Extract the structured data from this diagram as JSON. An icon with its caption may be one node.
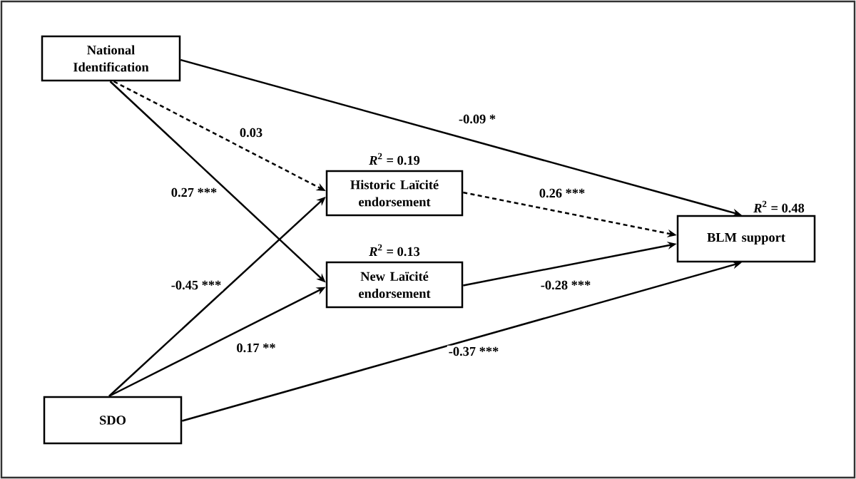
{
  "diagram": {
    "nodes": [
      {
        "text": [
          "National Identification"
        ]
      },
      {
        "text": [
          "Historic Laïcité endorsement"
        ],
        "beside": [
          "*R*$^{2}$ = 0.19"
        ]
      },
      {
        "text": [
          "New Laïcité endorsement"
        ],
        "beside": [
          "*R*$^{2}$ = 0.13"
        ]
      },
      {
        "text": [
          "BLM support"
        ],
        "beside": [
          "*R*$^{2}$ = 0.48"
        ]
      },
      {
        "text": [
          "SDO"
        ]
      }
    ],
    "edges": [
      {
        "from": 0,
        "to": 3,
        "arrow": "to",
        "label": "-0.09 *"
      },
      {
        "from": 0,
        "to": 1,
        "arrow": "to",
        "label": "0.03",
        "style": "dashed"
      },
      {
        "from": 0,
        "to": 2,
        "arrow": "to",
        "label": "0.27 ***"
      },
      {
        "from": 4,
        "to": 1,
        "arrow": "to",
        "label": "-0.45 ***"
      },
      {
        "from": 4,
        "to": 2,
        "arrow": "to",
        "label": "0.17 **"
      },
      {
        "from": 1,
        "to": 3,
        "arrow": "to",
        "label": "0.26 ***",
        "style": "dashed"
      },
      {
        "from": 2,
        "to": 3,
        "arrow": "to",
        "label": "-0.28 ***"
      },
      {
        "from": 4,
        "to": 3,
        "arrow": "to",
        "label": "-0.37 ***"
      }
    ]
  }
}
